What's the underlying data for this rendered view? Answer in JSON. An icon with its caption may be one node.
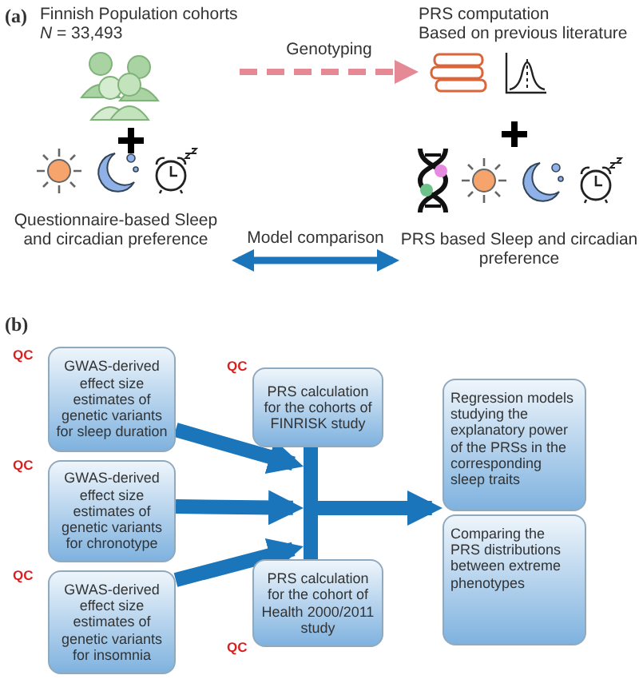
{
  "diagram": {
    "nodes": [
      {
        "text": [
          "Finnish Population cohorts",
          "*N* = 33,493"
        ]
      },
      {
        "text": [
          "PRS computation",
          "Based on previous literature"
        ]
      },
      {
        "text": [
          "Questionnaire-based Sleep and circadian preference"
        ]
      },
      {
        "text": [
          "PRS based Sleep and circadian preference"
        ]
      },
      {
        "text": [
          "GWAS-derived effect size estimates of genetic variants for sleep duration"
        ]
      },
      {
        "text": [
          "GWAS-derived effect size estimates of genetic variants for chronotype"
        ]
      },
      {
        "text": [
          "GWAS-derived effect size estimates of genetic variants for insomnia"
        ]
      },
      {
        "text": [
          "PRS calculation for the cohorts of FINRISK study"
        ]
      },
      {
        "text": [
          "PRS calculation for the cohort of Health 2000/2011 study"
        ]
      },
      {
        "text": [],
        "shape": "bar"
      },
      {
        "text": [
          "Regression models studying the explanatory power of the PRSs in the corresponding sleep traits"
        ]
      },
      {
        "text": [
          "Comparing the PRS distributions between extreme phenotypes"
        ]
      }
    ],
    "edges": [
      {
        "from": 0,
        "to": 1,
        "arrow": "to",
        "label": "Genotyping",
        "style": "dashed",
        "color": "#e58a94"
      },
      {
        "from": 2,
        "to": 3,
        "arrow": "both",
        "label": "Model comparison"
      },
      {
        "from": 4,
        "to": 9,
        "arrow": "to"
      },
      {
        "from": 5,
        "to": 9,
        "arrow": "to"
      },
      {
        "from": 6,
        "to": 9,
        "arrow": "to"
      },
      {
        "from": 9,
        "to": 10,
        "arrow": "to"
      }
    ],
    "labels": [
      "(a)",
      "(b)",
      "QC",
      "QC",
      "QC",
      "QC",
      "QC"
    ]
  }
}
